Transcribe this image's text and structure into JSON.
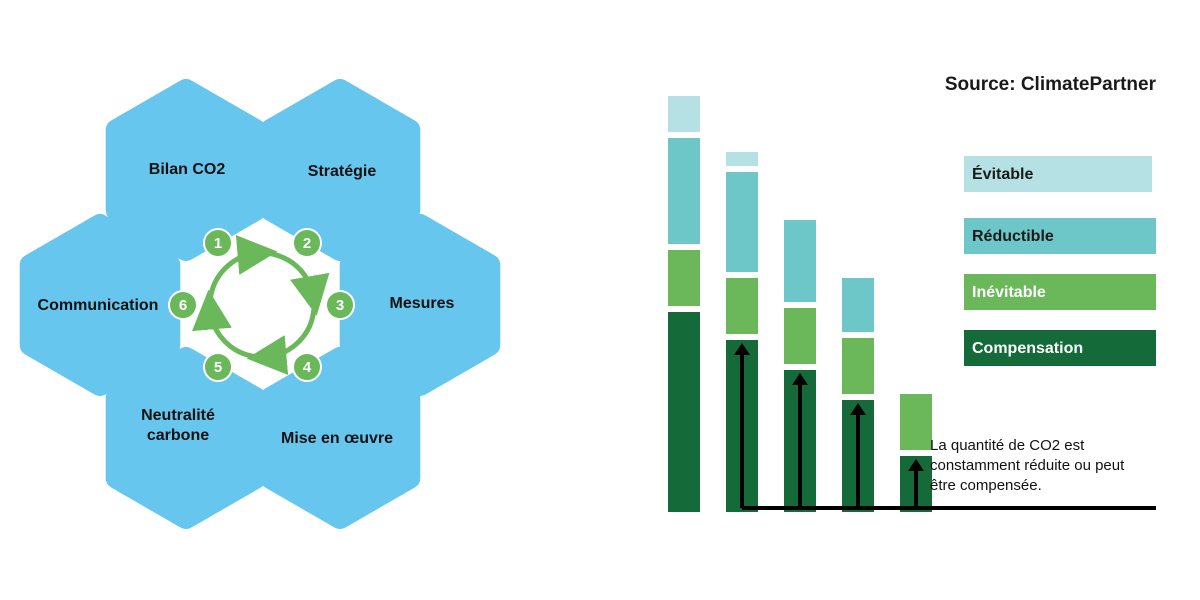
{
  "cycle": {
    "steps": [
      {
        "number": "1",
        "label": [
          "Bilan CO2"
        ]
      },
      {
        "number": "2",
        "label": [
          "Stratégie"
        ]
      },
      {
        "number": "3",
        "label": [
          "Mesures"
        ]
      },
      {
        "number": "4",
        "label": [
          "Mise en œuvre"
        ]
      },
      {
        "number": "5",
        "label": [
          "Neutralité",
          "carbone"
        ]
      },
      {
        "number": "6",
        "label": [
          "Communication"
        ]
      }
    ],
    "colors": {
      "hexagon": "#66c6ee",
      "badge": "#6ab85a",
      "arrow": "#6ab85a"
    }
  },
  "source": "Source: ClimatePartner",
  "chart_data": {
    "type": "bar",
    "stacked": true,
    "categories": [
      "",
      "",
      "",
      "",
      ""
    ],
    "series": [
      {
        "name": "Compensation",
        "color": "#146a38",
        "values": [
          100,
          86,
          71,
          56,
          28
        ]
      },
      {
        "name": "Inévitable",
        "color": "#6ab85a",
        "values": [
          28,
          28,
          28,
          28,
          28
        ]
      },
      {
        "name": "Réductible",
        "color": "#6dc6c7",
        "values": [
          53,
          50,
          41,
          27,
          0
        ]
      },
      {
        "name": "Évitable",
        "color": "#b5e1e4",
        "values": [
          18,
          7,
          0,
          0,
          0
        ]
      }
    ],
    "legend": [
      {
        "label": "Évitable",
        "color": "#b5e1e4",
        "text_color": "#1a1a1a"
      },
      {
        "label": "Réductible",
        "color": "#6dc6c7",
        "text_color": "#1a1a1a"
      },
      {
        "label": "Inévitable",
        "color": "#6ab85a",
        "text_color": "#ffffff"
      },
      {
        "label": "Compensation",
        "color": "#146a38",
        "text_color": "#ffffff"
      }
    ],
    "legend_position": "right",
    "annotation": [
      "La quantité de CO2 est",
      "constamment réduite ou peut",
      "être compensée."
    ]
  }
}
